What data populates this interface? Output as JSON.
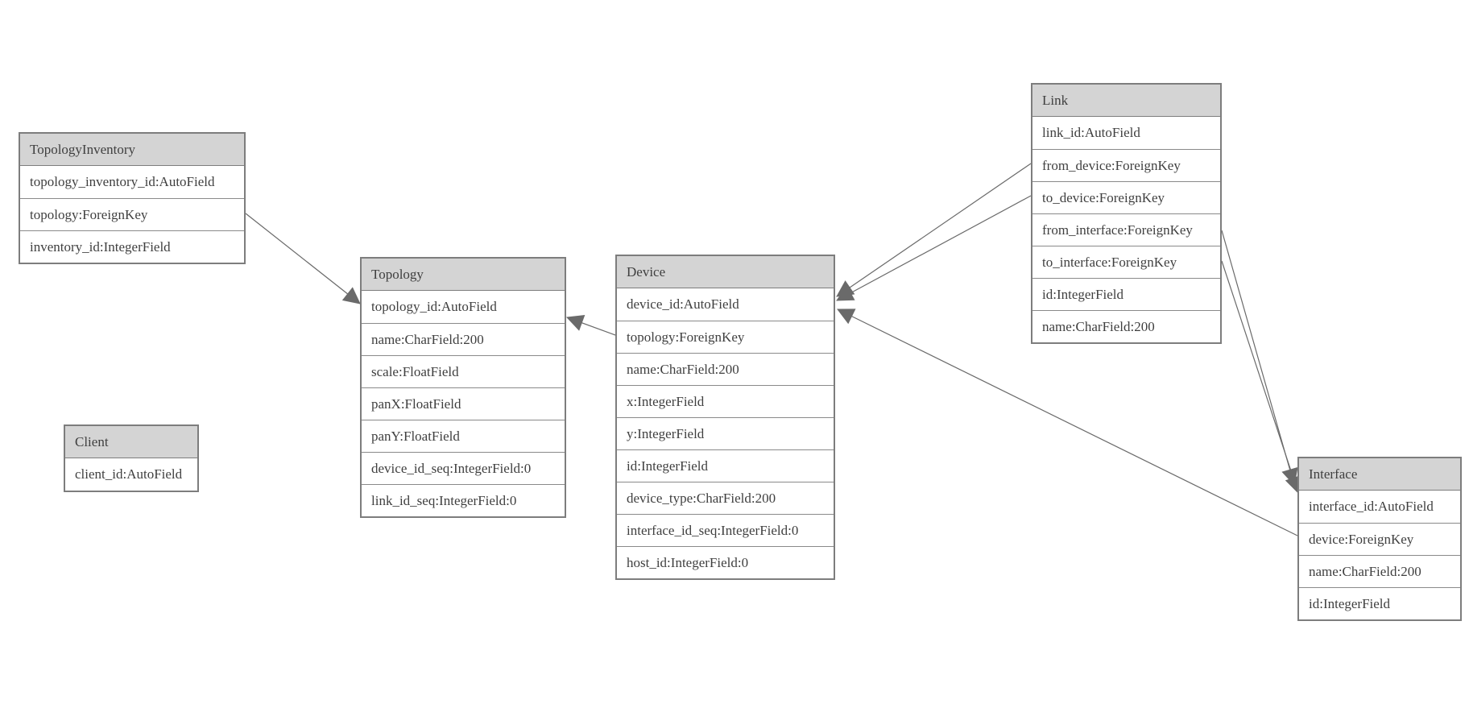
{
  "diagram": {
    "background_color": "#ffffff",
    "header_fill_color": "#d4d4d4",
    "border_color": "#7d7d7d",
    "text_color": "#3f3f3f",
    "connector_color": "#6a6a6a"
  },
  "entities": [
    {
      "name": "TopologyInventory",
      "fields": [
        "topology_inventory_id:AutoField",
        "topology:ForeignKey",
        "inventory_id:IntegerField"
      ]
    },
    {
      "name": "Topology",
      "fields": [
        "topology_id:AutoField",
        "name:CharField:200",
        "scale:FloatField",
        "panX:FloatField",
        "panY:FloatField",
        "device_id_seq:IntegerField:0",
        "link_id_seq:IntegerField:0"
      ]
    },
    {
      "name": "Client",
      "fields": [
        "client_id:AutoField"
      ]
    },
    {
      "name": "Device",
      "fields": [
        "device_id:AutoField",
        "topology:ForeignKey",
        "name:CharField:200",
        "x:IntegerField",
        "y:IntegerField",
        "id:IntegerField",
        "device_type:CharField:200",
        "interface_id_seq:IntegerField:0",
        "host_id:IntegerField:0"
      ]
    },
    {
      "name": "Link",
      "fields": [
        "link_id:AutoField",
        "from_device:ForeignKey",
        "to_device:ForeignKey",
        "from_interface:ForeignKey",
        "to_interface:ForeignKey",
        "id:IntegerField",
        "name:CharField:200"
      ]
    },
    {
      "name": "Interface",
      "fields": [
        "interface_id:AutoField",
        "device:ForeignKey",
        "name:CharField:200",
        "id:IntegerField"
      ]
    }
  ],
  "relationships": [
    {
      "from": "TopologyInventory.topology",
      "to": "Topology"
    },
    {
      "from": "Device.topology",
      "to": "Topology"
    },
    {
      "from": "Link.from_device",
      "to": "Device"
    },
    {
      "from": "Link.to_device",
      "to": "Device"
    },
    {
      "from": "Link.from_interface",
      "to": "Interface"
    },
    {
      "from": "Link.to_interface",
      "to": "Interface"
    },
    {
      "from": "Interface.device",
      "to": "Device"
    }
  ]
}
